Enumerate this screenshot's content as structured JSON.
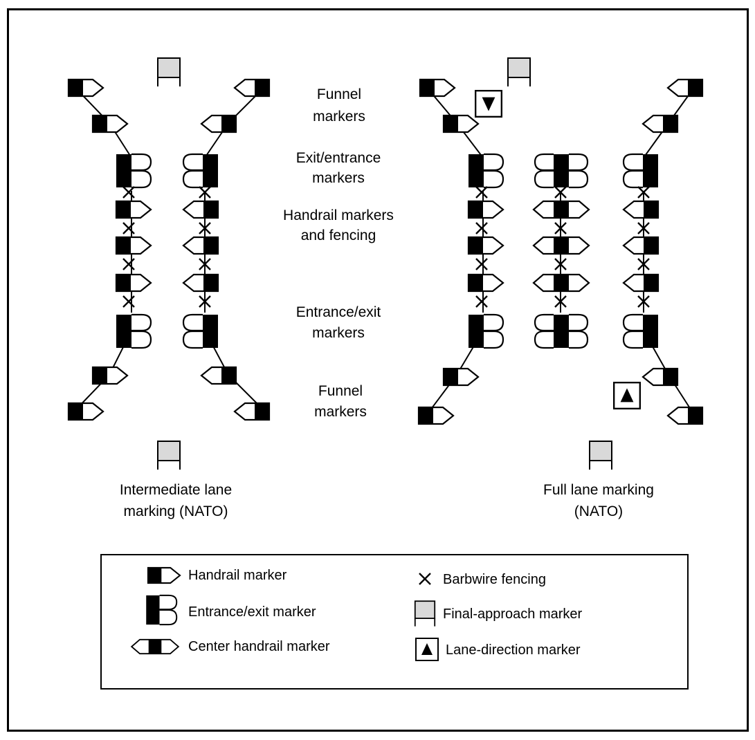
{
  "center_labels": {
    "funnel_top": [
      "Funnel",
      "markers"
    ],
    "exit_entrance": [
      "Exit/entrance",
      "markers"
    ],
    "handrail_fencing": [
      "Handrail markers",
      "and fencing"
    ],
    "entrance_exit": [
      "Entrance/exit",
      "markers"
    ],
    "funnel_bottom": [
      "Funnel",
      "markers"
    ]
  },
  "captions": {
    "intermediate": [
      "Intermediate lane",
      "marking (NATO)"
    ],
    "full": [
      "Full lane marking",
      "(NATO)"
    ]
  },
  "legend": {
    "handrail": "Handrail marker",
    "entrance_exit": "Entrance/exit marker",
    "center_handrail": "Center handrail marker",
    "barbwire": "Barbwire fencing",
    "final_approach": "Final-approach marker",
    "lane_direction": "Lane-direction marker"
  },
  "icons": {
    "handrail": "handrail-marker-icon",
    "entrance_exit": "entrance-exit-marker-icon",
    "center_handrail": "center-handrail-marker-icon",
    "barbwire": "barbwire-fencing-icon",
    "final_approach": "final-approach-marker-icon",
    "lane_direction": "lane-direction-marker-icon"
  },
  "colors": {
    "ink": "#000000",
    "fill_gray": "#d9d9d9",
    "paper": "#ffffff"
  }
}
